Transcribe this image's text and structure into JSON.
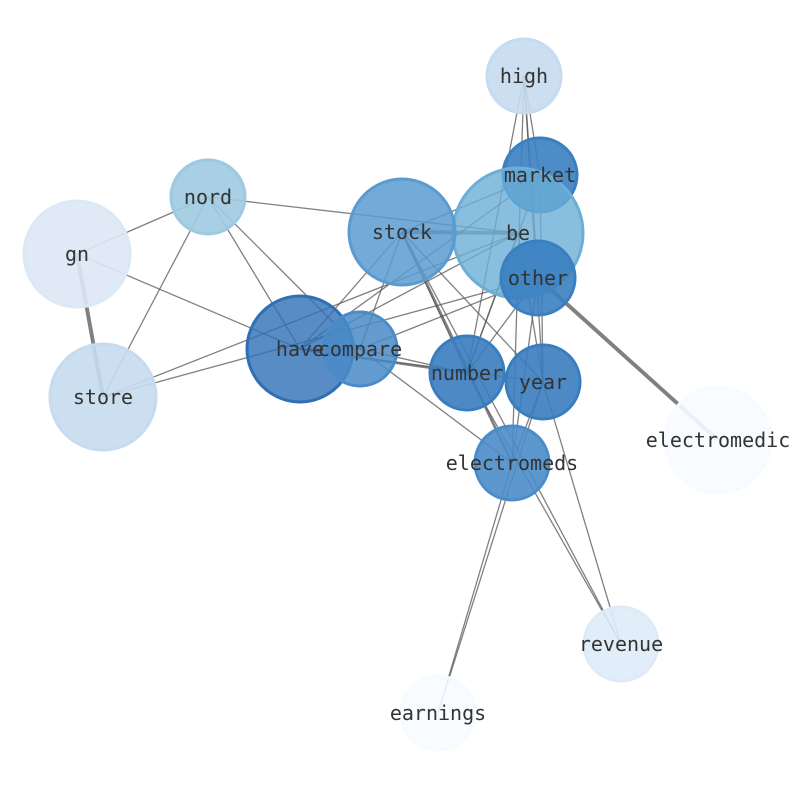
{
  "graph": {
    "nodes": [
      {
        "id": "high",
        "label": "high",
        "color": "#c6dbef",
        "alpha": 0.9
      },
      {
        "id": "market",
        "label": "market",
        "color": "#3a7fc0",
        "alpha": 0.9
      },
      {
        "id": "be",
        "label": "be",
        "color": "#6baed6",
        "alpha": 0.8
      },
      {
        "id": "nord",
        "label": "nord",
        "color": "#9ecae1",
        "alpha": 0.9
      },
      {
        "id": "stock",
        "label": "stock",
        "color": "#5a9bd0",
        "alpha": 0.85
      },
      {
        "id": "gn",
        "label": "gn",
        "color": "#dbe8f5",
        "alpha": 0.9
      },
      {
        "id": "other",
        "label": "other",
        "color": "#3a80c1",
        "alpha": 0.9
      },
      {
        "id": "have",
        "label": "have",
        "color": "#2e6fb5",
        "alpha": 0.8
      },
      {
        "id": "compare",
        "label": "compare",
        "color": "#4a8bc8",
        "alpha": 0.85
      },
      {
        "id": "store",
        "label": "store",
        "color": "#c6dbef",
        "alpha": 0.9
      },
      {
        "id": "number",
        "label": "number",
        "color": "#3a7dbf",
        "alpha": 0.9
      },
      {
        "id": "year",
        "label": "year",
        "color": "#3a7dbf",
        "alpha": 0.9
      },
      {
        "id": "electromeds",
        "label": "electromeds",
        "color": "#4a8cc9",
        "alpha": 0.9
      },
      {
        "id": "electromedic",
        "label": "electromedic",
        "color": "#f7fbff",
        "alpha": 0.9
      },
      {
        "id": "revenue",
        "label": "revenue",
        "color": "#deebf7",
        "alpha": 0.9
      },
      {
        "id": "earnings",
        "label": "earnings",
        "color": "#f7fbff",
        "alpha": 0.9
      }
    ],
    "edges": [
      [
        "gn",
        "nord",
        1
      ],
      [
        "gn",
        "store",
        3
      ],
      [
        "gn",
        "have",
        1
      ],
      [
        "nord",
        "store",
        1
      ],
      [
        "nord",
        "have",
        1
      ],
      [
        "nord",
        "be",
        1
      ],
      [
        "nord",
        "compare",
        1
      ],
      [
        "stock",
        "be",
        3
      ],
      [
        "stock",
        "have",
        1
      ],
      [
        "stock",
        "compare",
        1
      ],
      [
        "stock",
        "number",
        1
      ],
      [
        "stock",
        "year",
        1
      ],
      [
        "stock",
        "electromeds",
        2
      ],
      [
        "stock",
        "revenue",
        1
      ],
      [
        "store",
        "be",
        1
      ],
      [
        "store",
        "other",
        1
      ],
      [
        "high",
        "market",
        1
      ],
      [
        "high",
        "number",
        1
      ],
      [
        "high",
        "year",
        1
      ],
      [
        "high",
        "electromeds",
        1
      ],
      [
        "high",
        "other",
        1
      ],
      [
        "market",
        "have",
        1
      ],
      [
        "market",
        "number",
        1
      ],
      [
        "market",
        "stock",
        1
      ],
      [
        "market",
        "year",
        1
      ],
      [
        "be",
        "have",
        1
      ],
      [
        "be",
        "year",
        1
      ],
      [
        "be",
        "number",
        1
      ],
      [
        "other",
        "electromedic",
        3
      ],
      [
        "other",
        "compare",
        1
      ],
      [
        "other",
        "number",
        1
      ],
      [
        "other",
        "electromeds",
        1
      ],
      [
        "have",
        "compare",
        1
      ],
      [
        "have",
        "number",
        2
      ],
      [
        "have",
        "year",
        1
      ],
      [
        "compare",
        "electromeds",
        1
      ],
      [
        "compare",
        "number",
        1
      ],
      [
        "year",
        "electromeds",
        1
      ],
      [
        "year",
        "earnings",
        1
      ],
      [
        "year",
        "revenue",
        1
      ],
      [
        "electromeds",
        "earnings",
        1
      ],
      [
        "number",
        "revenue",
        1
      ]
    ]
  }
}
